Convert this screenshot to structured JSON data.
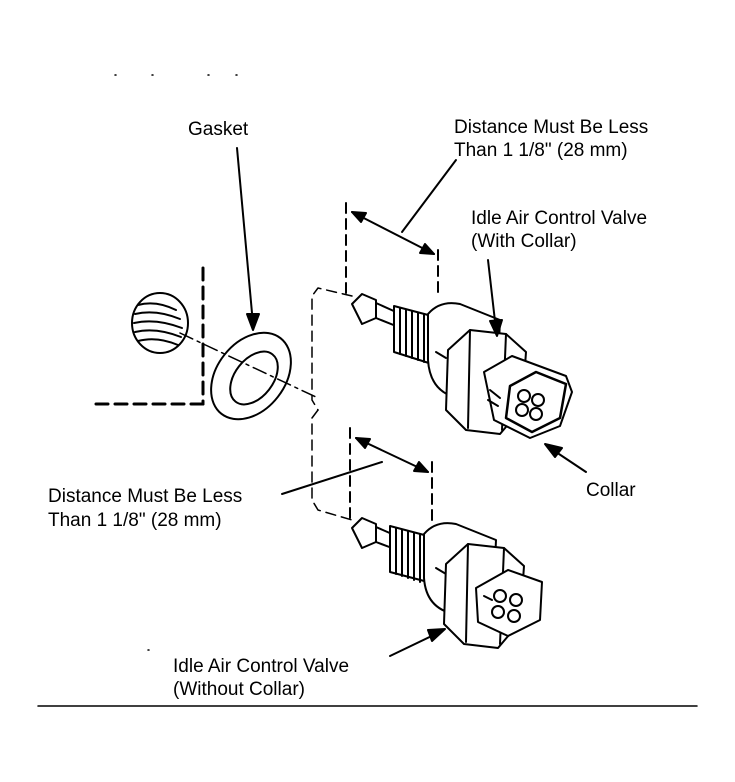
{
  "labels": {
    "gasket": "Gasket",
    "distance_top_line1": "Distance Must Be Less",
    "distance_top_line2": "Than 1 1/8\" (28 mm)",
    "iac_with_collar_line1": "Idle Air Control Valve",
    "iac_with_collar_line2": "(With Collar)",
    "collar": "Collar",
    "distance_bottom_line1": "Distance Must Be Less",
    "distance_bottom_line2": "Than 1 1/8\" (28 mm)",
    "iac_without_collar_line1": "Idle Air Control Valve",
    "iac_without_collar_line2": "(Without Collar)"
  },
  "colors": {
    "ink": "#000000",
    "paper": "#ffffff"
  }
}
